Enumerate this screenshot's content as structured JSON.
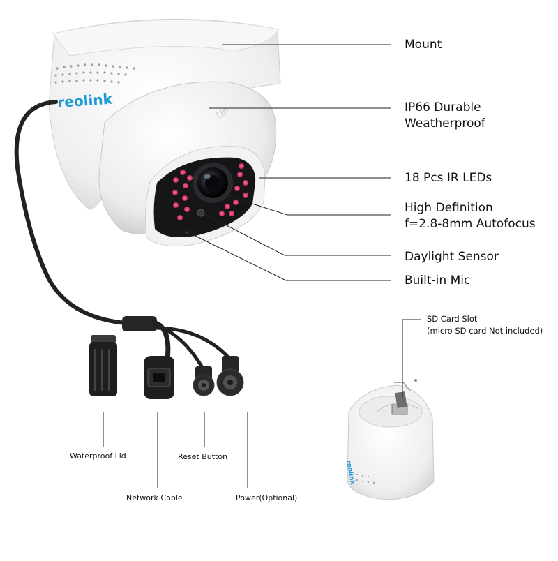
{
  "brand": {
    "logo_text": "reolink"
  },
  "callouts": {
    "mount": "Mount",
    "ip66_line1": "IP66 Durable",
    "ip66_line2": "Weatherproof",
    "ir_leds": "18 Pcs IR LEDs",
    "hd_line1": "High Definition",
    "hd_line2": "f=2.8-8mm Autofocus",
    "daylight_sensor": "Daylight Sensor",
    "mic": "Built-in Mic"
  },
  "sd_card": {
    "line1": "SD Card Slot",
    "line2": "(micro SD card Not included)"
  },
  "cable_parts": {
    "waterproof_lid": "Waterproof Lid",
    "network_cable": "Network Cable",
    "reset_button": "Reset Button",
    "power": "Power(Optional)"
  },
  "colors": {
    "logo": "#1a9ad6",
    "ir_led": "#e0336e",
    "camera_body": "#f3f3f3",
    "lens_front": "#1c1c1c",
    "cable": "#222222"
  }
}
